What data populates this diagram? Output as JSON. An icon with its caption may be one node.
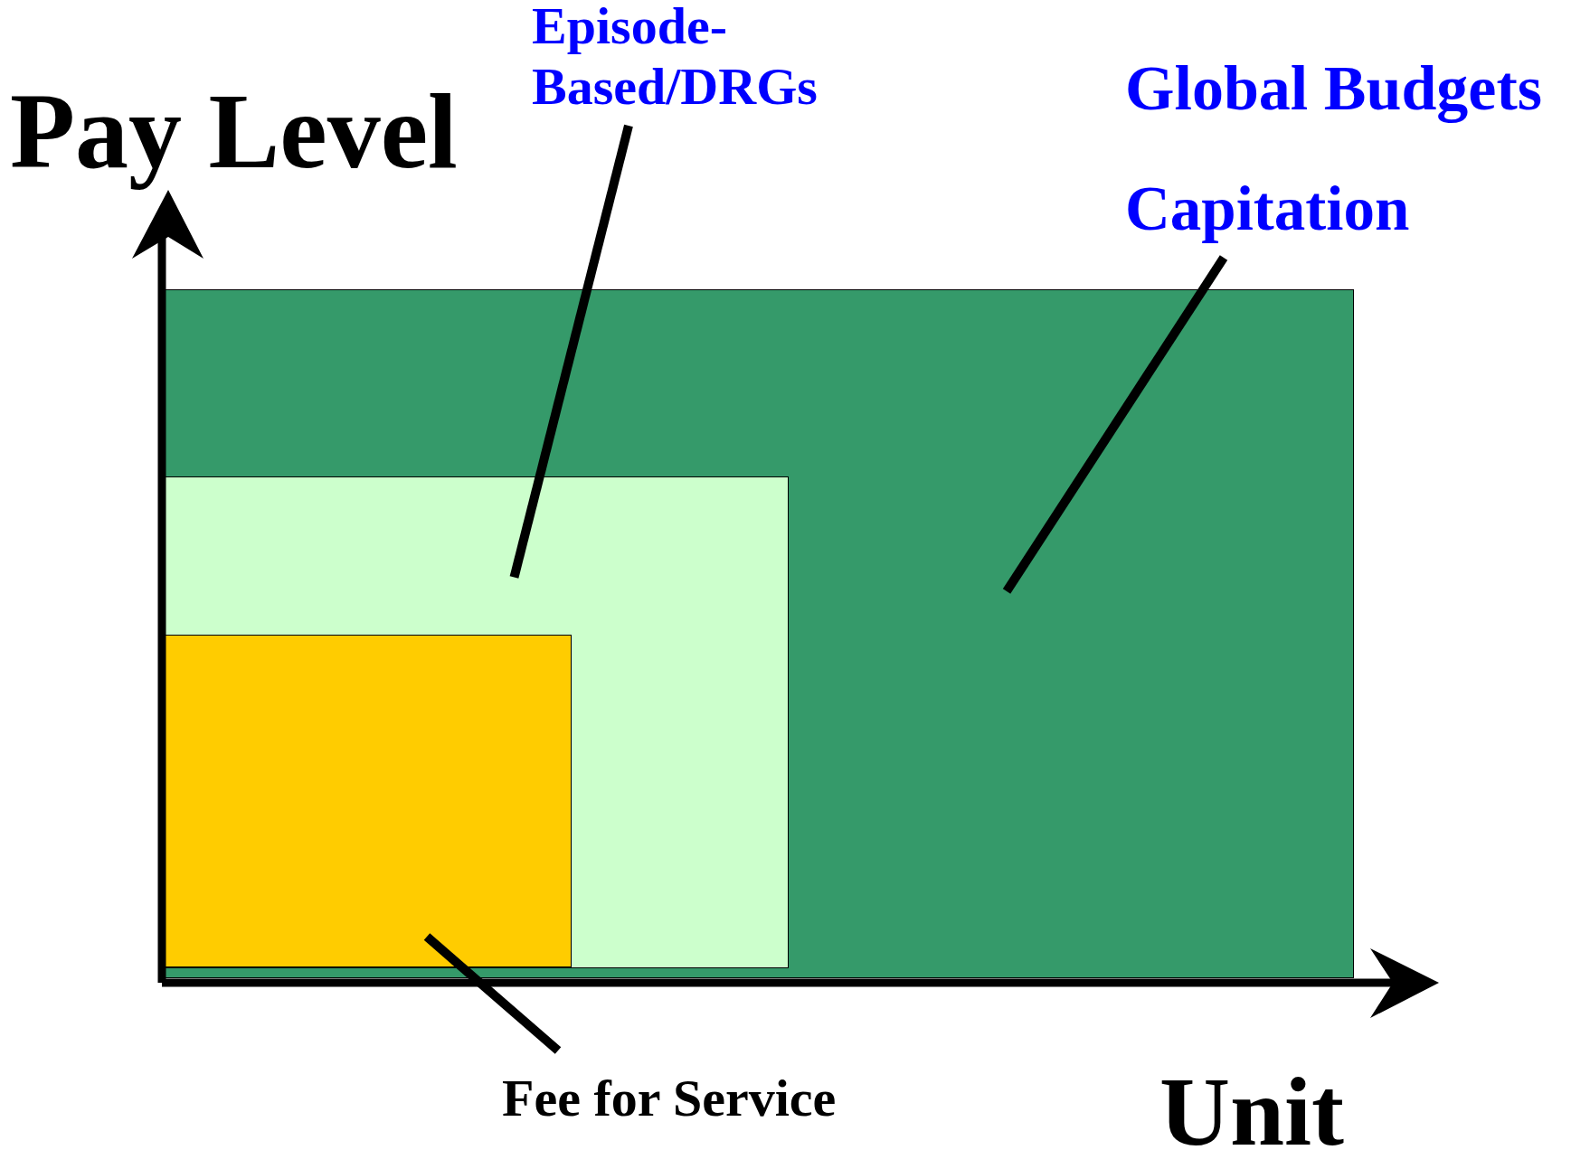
{
  "diagram": {
    "nodes": [
      {
        "text": [
          "Episode- Based/DRGs"
        ]
      },
      {
        "text": [
          "Capitation"
        ]
      },
      {
        "text": [],
        "shape": "box"
      },
      {
        "text": [],
        "shape": "box",
        "in": 2
      },
      {
        "text": [],
        "shape": "box",
        "in": 3
      },
      {
        "text": [
          "Fee for Service"
        ]
      }
    ],
    "edges": [
      {
        "from": 0,
        "to": 3,
        "arrow": "none"
      },
      {
        "from": 1,
        "to": 2,
        "arrow": "none"
      },
      {
        "from": 5,
        "to": 4,
        "arrow": "none"
      }
    ],
    "labels": [
      "Pay Level",
      "Global Budgets",
      "Unit"
    ]
  }
}
